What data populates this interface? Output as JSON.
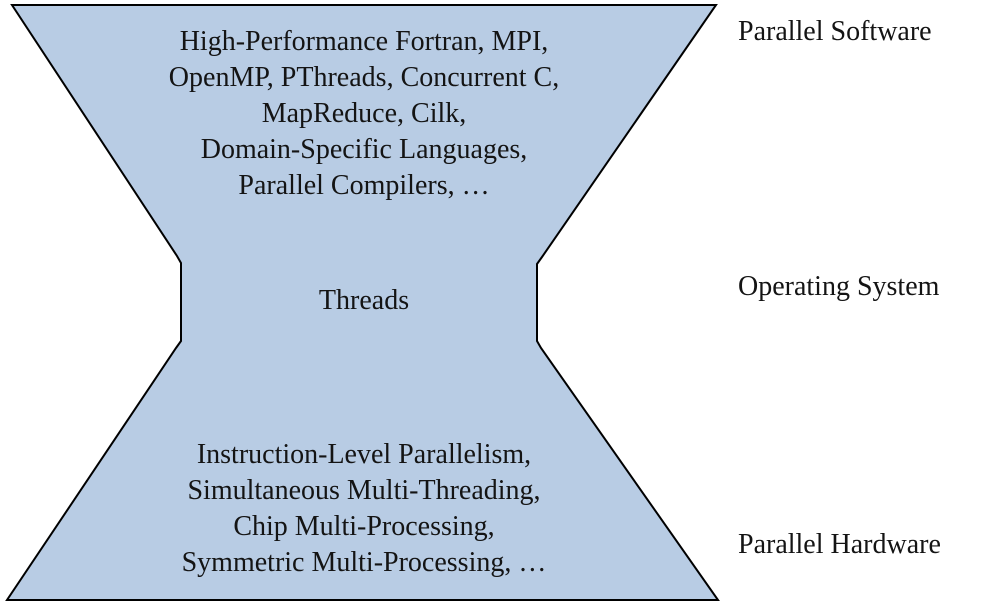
{
  "figure": {
    "shape_fill": "#b8cce4",
    "shape_stroke": "#000000",
    "text_color": "#141414",
    "top_section": {
      "lines": [
        "High-Performance Fortran, MPI,",
        "OpenMP, PThreads, Concurrent C,",
        "MapReduce, Cilk,",
        "Domain-Specific Languages,",
        "Parallel Compilers, …"
      ]
    },
    "middle_section": {
      "label": "Threads"
    },
    "bottom_section": {
      "lines": [
        "Instruction-Level Parallelism,",
        "Simultaneous Multi-Threading,",
        "Chip Multi-Processing,",
        "Symmetric Multi-Processing, …"
      ]
    },
    "side_labels": {
      "top": "Parallel Software",
      "middle": "Operating System",
      "bottom": "Parallel Hardware"
    }
  }
}
